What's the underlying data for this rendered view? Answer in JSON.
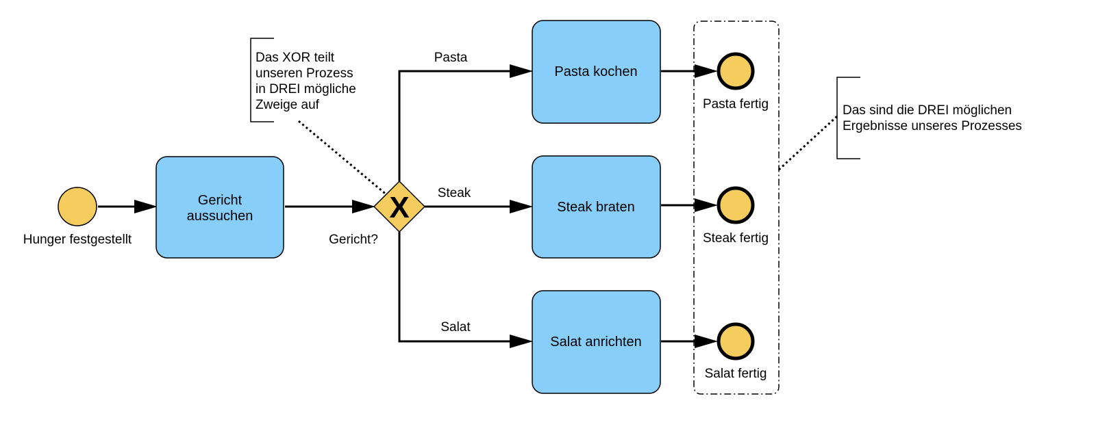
{
  "diagram": {
    "start_event": {
      "label": "Hunger festgestellt",
      "color": "#f5cc5e"
    },
    "tasks": {
      "gericht": {
        "lines": [
          "Gericht",
          "aussuchen"
        ],
        "color": "#87cefa"
      },
      "pasta": {
        "lines": [
          "Pasta kochen"
        ],
        "color": "#87cefa"
      },
      "steak": {
        "lines": [
          "Steak braten"
        ],
        "color": "#87cefa"
      },
      "salat": {
        "lines": [
          "Salat anrichten"
        ],
        "color": "#87cefa"
      }
    },
    "gateway": {
      "symbol": "X",
      "label": "Gericht?",
      "color": "#f5cc5e"
    },
    "branches": {
      "pasta": "Pasta",
      "steak": "Steak",
      "salat": "Salat"
    },
    "end_events": {
      "pasta": "Pasta fertig",
      "steak": "Steak fertig",
      "salat": "Salat fertig",
      "color": "#f5cc5e"
    },
    "annotations": {
      "xor": [
        "Das XOR teilt",
        "unseren Prozess",
        "in DREI mögliche",
        "Zweige auf"
      ],
      "results": [
        "Das sind die DREI möglichen",
        "Ergebnisse unseres Prozesses"
      ]
    }
  }
}
